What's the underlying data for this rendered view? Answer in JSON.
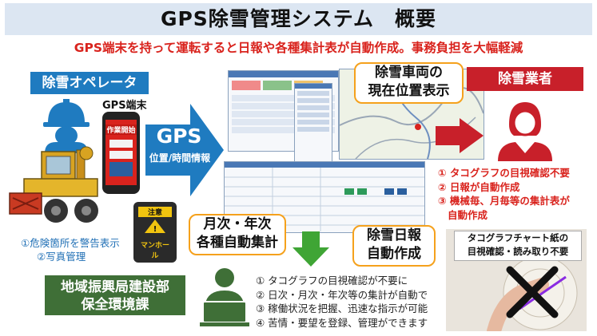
{
  "title": "GPS除雪管理システム　概要",
  "subtitle": "GPS端末を持って運転すると日報や各種集計表が自動作成。事務負担を大幅軽減",
  "operator": {
    "label": "除雪オペレータ",
    "gps_device_label": "GPS端末",
    "phone_screen_title": "作業開始",
    "features": [
      "①危険箇所を警告表示",
      "②写真管理"
    ],
    "warning_device": {
      "head": "注意",
      "body": "マンホール"
    }
  },
  "gps_arrow": {
    "title": "GPS",
    "subtitle": "位置/時間情報"
  },
  "callouts": {
    "position": [
      "除雪車両の",
      "現在位置表示"
    ],
    "monthly": [
      "月次・年次",
      "各種自動集計"
    ],
    "daily": [
      "除雪日報",
      "自動作成"
    ]
  },
  "contractor": {
    "label": "除雪業者",
    "items": [
      "① タコグラフの目視確認不要",
      "② 日報が自動作成",
      "③ 機械毎、月毎等の集計表が",
      "自動作成"
    ]
  },
  "office": {
    "label": [
      "地域振興局建設部",
      "保全環境課"
    ],
    "items": [
      "① タコグラフの目視確認が不要に",
      "② 日次・月次・年次等の集計が自動で",
      "③ 稼働状況を把握、迅速な指示が可能",
      "④ 苦情・要望を登録、管理ができます"
    ]
  },
  "tacho_note": [
    "タコグラフチャート紙の",
    "目視確認・読み取り不要"
  ],
  "colors": {
    "blue": "#1f7bc0",
    "red": "#c8202a",
    "green": "#3f6f37",
    "orange": "#f5a11c",
    "gps_arrow": "#1f7bc0"
  }
}
